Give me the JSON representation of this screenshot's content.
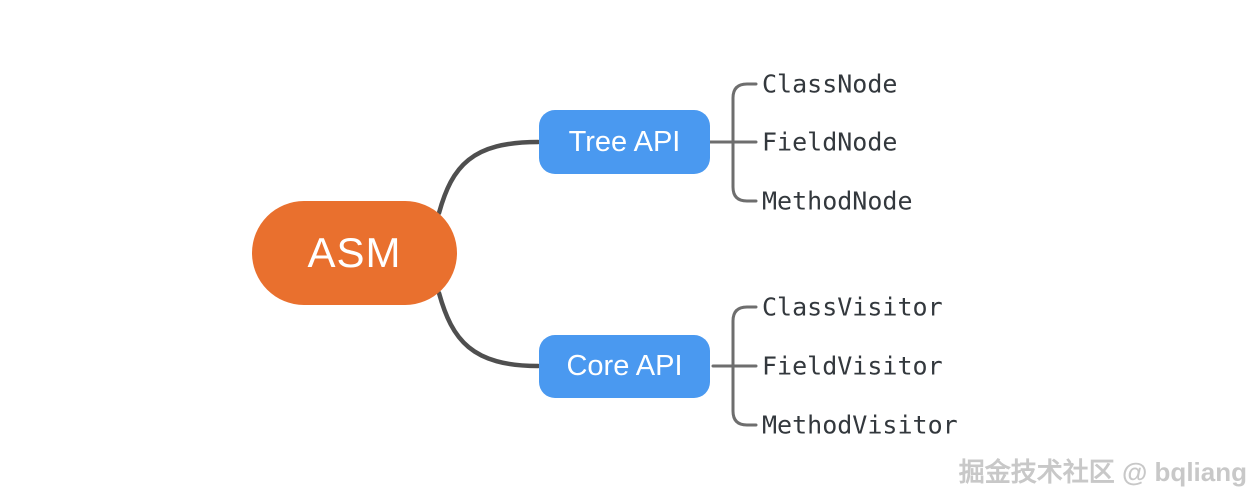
{
  "diagram": {
    "type": "mindmap",
    "root": {
      "label": "ASM"
    },
    "branches": [
      {
        "label": "Tree API",
        "children": [
          "ClassNode",
          "FieldNode",
          "MethodNode"
        ]
      },
      {
        "label": "Core API",
        "children": [
          "ClassVisitor",
          "FieldVisitor",
          "MethodVisitor"
        ]
      }
    ]
  },
  "watermark": {
    "text": "掘金技术社区 @ bqliang"
  },
  "colors": {
    "root_bg": "#E9702E",
    "branch_bg": "#4A99F0",
    "node_text": "#FFFFFF",
    "edge": "#4F4F4F",
    "bracket": "#6E6E6E",
    "leaf_text": "#33383D",
    "watermark": "#C8C8C8",
    "background": "#FFFFFF"
  }
}
